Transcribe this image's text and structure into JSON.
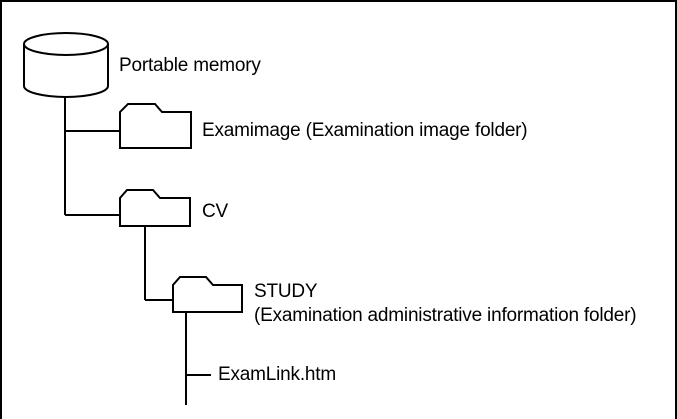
{
  "tree": {
    "root": {
      "label": "Portable memory",
      "icon": "disk-drive-icon"
    },
    "examimage": {
      "label": "Examimage (Examination image folder)",
      "icon": "folder-icon"
    },
    "cv": {
      "label": "CV",
      "icon": "folder-icon"
    },
    "study": {
      "label": "STUDY",
      "description": "(Examination administrative information folder)",
      "icon": "folder-icon"
    },
    "file": {
      "label": "ExamLink.htm"
    }
  }
}
